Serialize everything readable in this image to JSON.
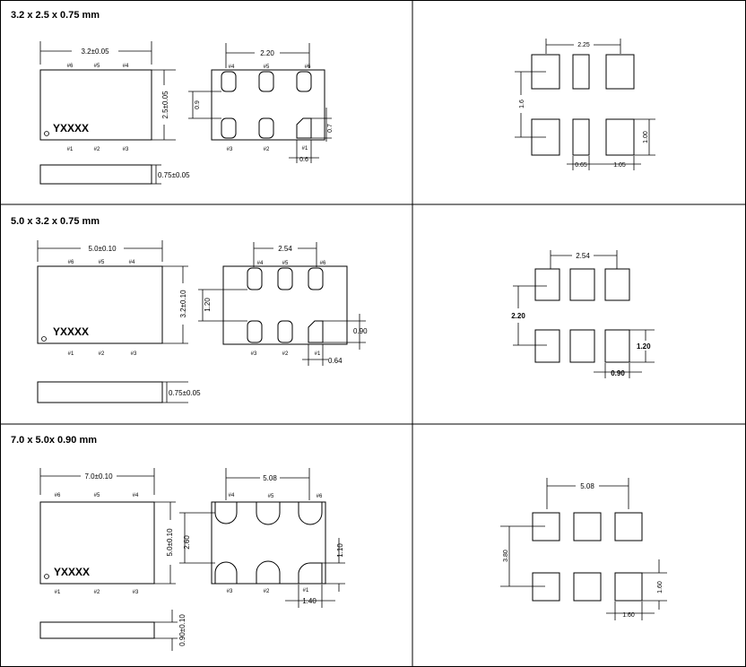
{
  "sections": [
    {
      "title": "3.2 x 2.5 x 0.75 mm",
      "mark": "YXXXX",
      "top_pins": [
        "#6",
        "#5",
        "#4"
      ],
      "bottom_pins": [
        "#1",
        "#2",
        "#3"
      ],
      "length": "3.2±0.05",
      "width": "2.5±0.05",
      "height": "0.75±0.05",
      "pad_pitch": "2.20",
      "pad_top_pins": [
        "#4",
        "#5",
        "#6"
      ],
      "pad_bottom_pins": [
        "#3",
        "#2",
        "#1"
      ],
      "pad_gap": "0.9",
      "pad_len": "0.7",
      "pad_w": "0.6",
      "land_pitch": "2.25",
      "land_span": "1.6",
      "land_len": "1.00",
      "land_w": "0.65",
      "land_gap": "1.05"
    },
    {
      "title": "5.0 x 3.2 x 0.75 mm",
      "mark": "YXXXX",
      "top_pins": [
        "#6",
        "#5",
        "#4"
      ],
      "bottom_pins": [
        "#1",
        "#2",
        "#3"
      ],
      "length": "5.0±0.10",
      "width": "3.2±0.10",
      "height": "0.75±0.05",
      "pad_pitch": "2.54",
      "pad_top_pins": [
        "#4",
        "#5",
        "#6"
      ],
      "pad_bottom_pins": [
        "#3",
        "#2",
        "#1"
      ],
      "pad_gap": "1.20",
      "pad_len": "0.90",
      "pad_w": "0.64",
      "land_pitch": "2.54",
      "land_span": "2.20",
      "land_len": "1.20",
      "land_w": "0.90"
    },
    {
      "title": "7.0 x 5.0x 0.90 mm",
      "mark": "YXXXX",
      "top_pins": [
        "#6",
        "#5",
        "#4"
      ],
      "bottom_pins": [
        "#1",
        "#2",
        "#3"
      ],
      "length": "7.0±0.10",
      "width": "5.0±0.10",
      "height": "0.90±0.10",
      "pad_pitch": "5.08",
      "pad_top_pins": [
        "#4",
        "#5",
        "#6"
      ],
      "pad_bottom_pins": [
        "#3",
        "#2",
        "#1"
      ],
      "pad_gap": "2.60",
      "pad_len": "1.10",
      "pad_w": "1.40",
      "land_pitch": "5.08",
      "land_span": "3.80",
      "land_len": "1.60",
      "land_w": "1.60"
    }
  ],
  "colors": {
    "line": "#000000",
    "background": "#ffffff"
  }
}
